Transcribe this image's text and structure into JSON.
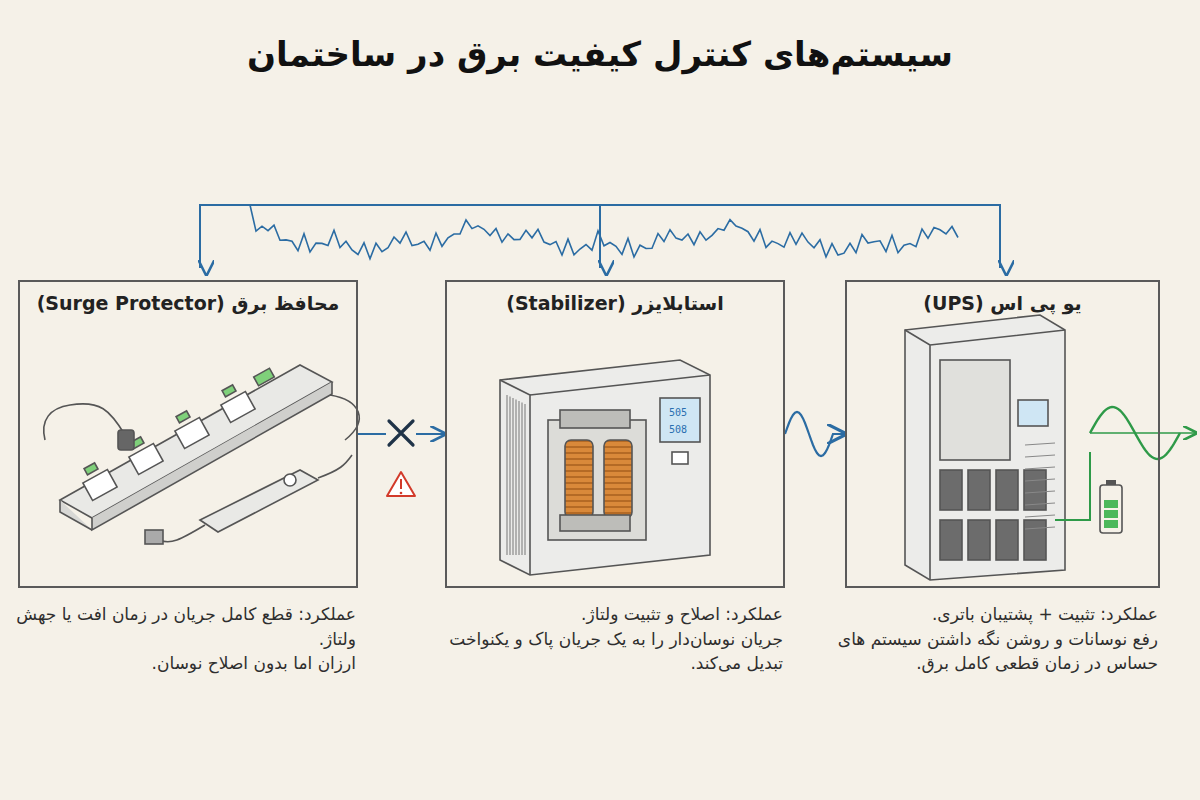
{
  "diagram": {
    "title": "سیستم‌های کنترل کیفیت برق در ساختمان",
    "nodes": [
      {
        "text": [
          "محافظ برق (Surge Protector)",
          "عملکرد: قطع کامل جریان در زمان افت یا جهش ولتاژ.",
          "ارزان اما بدون اصلاح نوسان."
        ]
      },
      {
        "text": [
          "استابلایزر (Stabilizer)",
          "عملکرد: اصلاح و تثبیت ولتاژ.",
          "جریان نوسان‌دار را به یک جریان پاک و یکنواخت تبدیل می‌کند."
        ]
      },
      {
        "text": [
          "یو پی اس (UPS)",
          "عملکرد: تثبیت + پشتیبان باتری.",
          "رفع نوسانات و روشن نگه داشتن سیستم های حساس در زمان قطعی کامل برق."
        ]
      }
    ],
    "edges": [
      {
        "from": 0,
        "to": 1,
        "arrow": "to"
      },
      {
        "from": 1,
        "to": 2,
        "arrow": "to"
      }
    ],
    "labels": [
      "505",
      "508"
    ]
  }
}
